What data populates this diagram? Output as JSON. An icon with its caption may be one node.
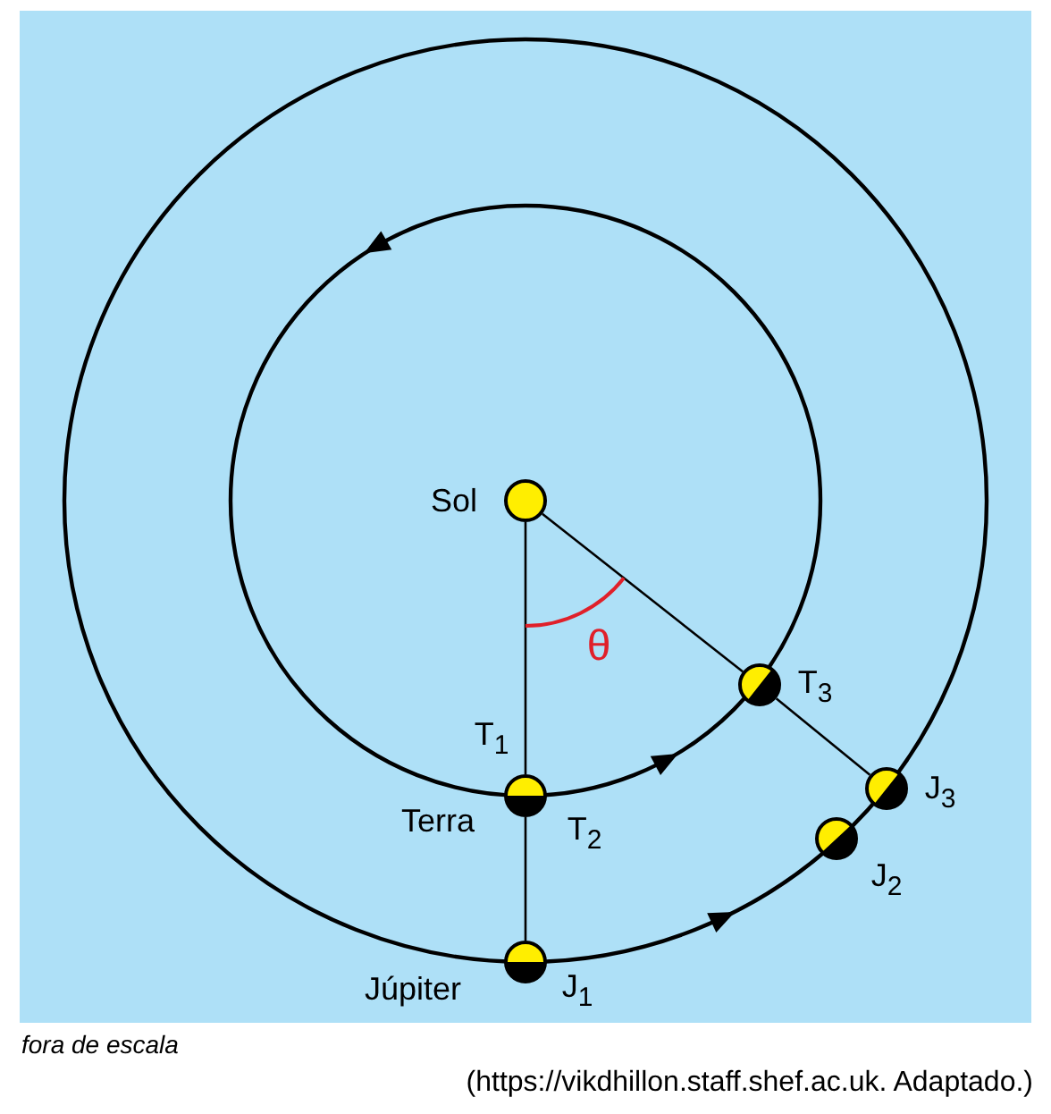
{
  "diagram": {
    "nodes": [
      {
        "text": [
          "Sol"
        ]
      },
      {
        "text": [
          "T$_{1}$",
          "Terra",
          "T$_{2}$"
        ]
      },
      {
        "text": [
          "T$_{3}$"
        ]
      },
      {
        "text": [
          "J$_{3}$"
        ]
      },
      {
        "text": [
          "J$_{2}$"
        ]
      },
      {
        "text": [
          "Júpiter",
          "J$_{1}$"
        ]
      }
    ],
    "edges": [
      {
        "from": 0,
        "to": 1,
        "arrow": "none"
      },
      {
        "from": 1,
        "to": 5,
        "arrow": "none"
      },
      {
        "from": 0,
        "to": 2,
        "arrow": "none"
      },
      {
        "from": 2,
        "to": 3,
        "arrow": "none"
      }
    ],
    "labels": [
      "θ",
      "fora de escala",
      "(https://vikdhillon.staff.shef.ac.uk. Adaptado.)"
    ]
  }
}
